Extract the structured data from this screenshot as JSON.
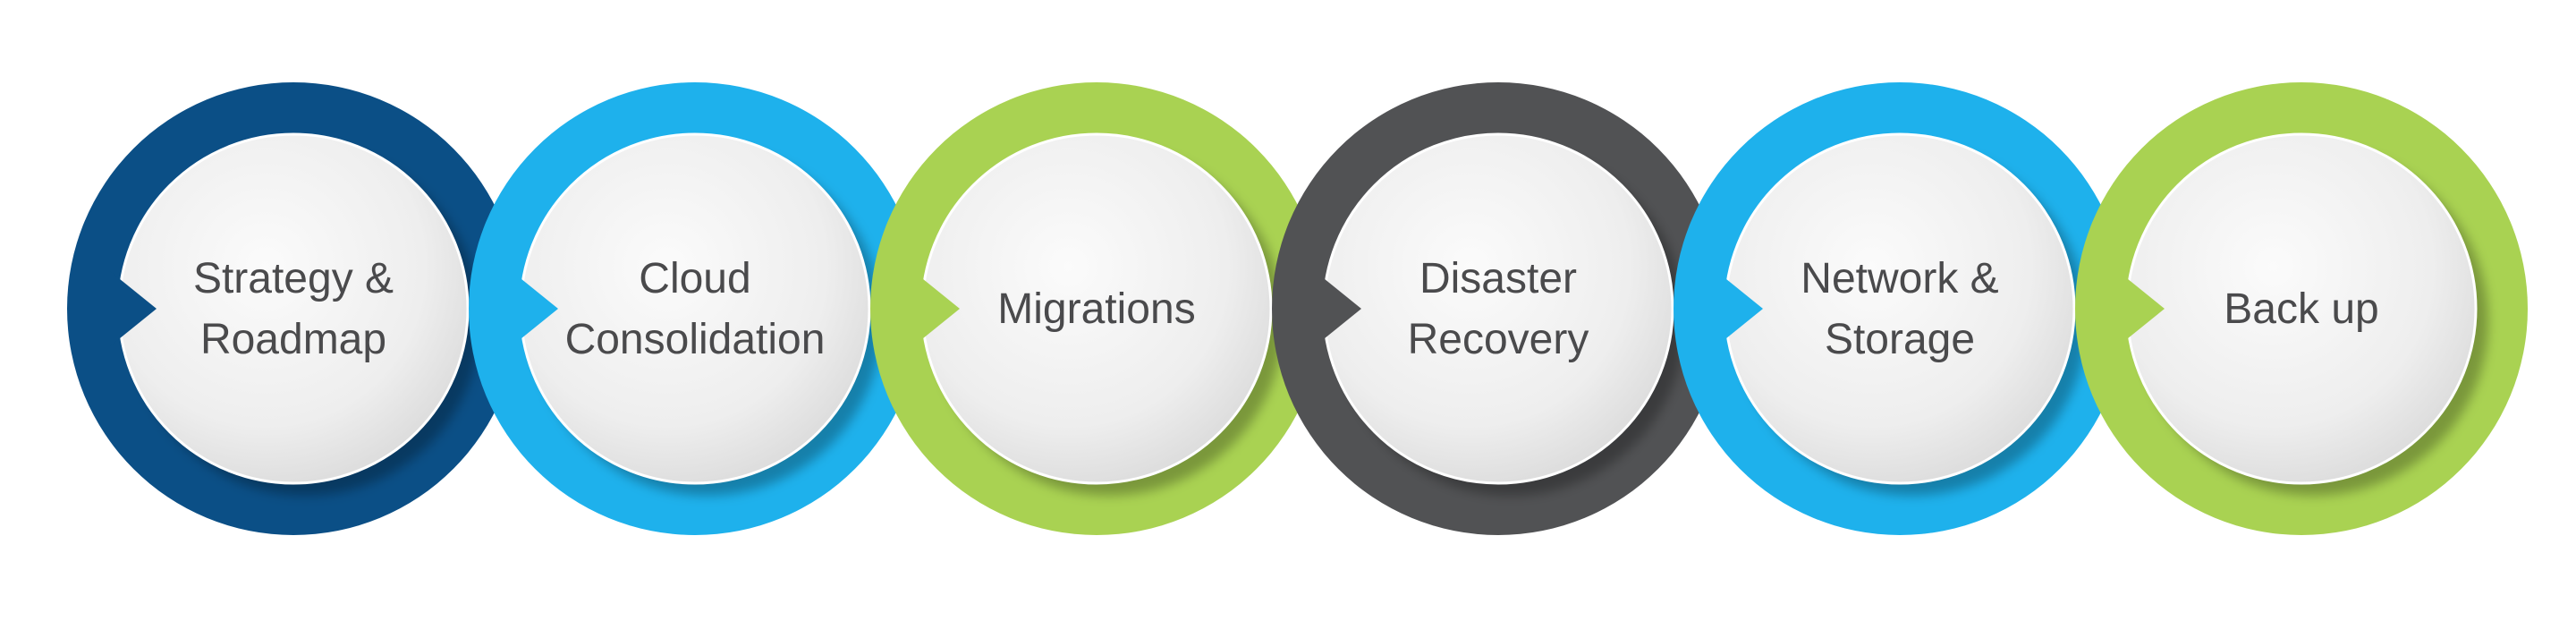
{
  "steps": [
    {
      "lines": [
        "Strategy &",
        "Roadmap"
      ],
      "color": "#0b4f86"
    },
    {
      "lines": [
        "Cloud",
        "Consolidation"
      ],
      "color": "#1eb1ec"
    },
    {
      "lines": [
        "Migrations"
      ],
      "color": "#a9d252"
    },
    {
      "lines": [
        "Disaster",
        "Recovery"
      ],
      "color": "#515254"
    },
    {
      "lines": [
        "Network &",
        "Storage"
      ],
      "color": "#1eb1ec"
    },
    {
      "lines": [
        "Back up"
      ],
      "color": "#a9d252"
    }
  ]
}
